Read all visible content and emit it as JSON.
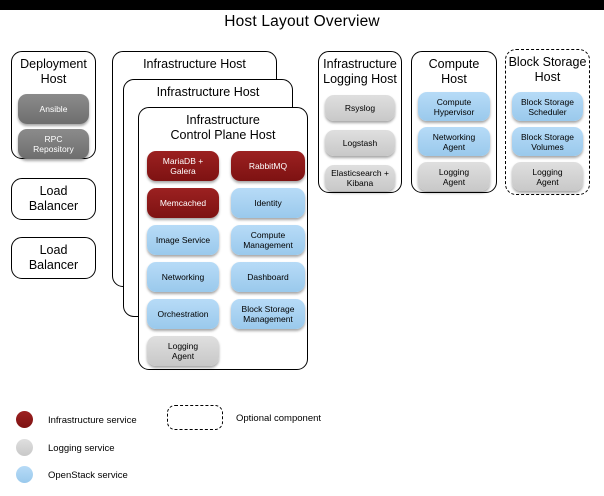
{
  "window": {
    "title": "Host Layout Overview"
  },
  "colors": {
    "infra_service": "#8C1A1A",
    "openstack_service": "#A9D3F0",
    "logging_service": "#D4D4D4",
    "deploy_service": "#7B7B7B",
    "letterbox": "#000000"
  },
  "hosts": {
    "deployment": {
      "title": "Deployment\nHost",
      "services": [
        {
          "label": "Ansible",
          "type": "deploy"
        },
        {
          "label": "RPC\nRepository",
          "type": "deploy"
        }
      ]
    },
    "load_balancer_1": {
      "title": "Load\nBalancer"
    },
    "load_balancer_2": {
      "title": "Load\nBalancer"
    },
    "infra_host_outer": {
      "title": "Infrastructure Host"
    },
    "infra_host_middle": {
      "title": "Infrastructure Host"
    },
    "control_plane": {
      "title": "Infrastructure\nControl Plane Host",
      "services": [
        {
          "label": "MariaDB +\nGalera",
          "type": "infra"
        },
        {
          "label": "RabbitMQ",
          "type": "infra"
        },
        {
          "label": "Memcached",
          "type": "infra"
        },
        {
          "label": "Identity",
          "type": "openstack"
        },
        {
          "label": "Image Service",
          "type": "openstack"
        },
        {
          "label": "Compute\nManagement",
          "type": "openstack"
        },
        {
          "label": "Networking",
          "type": "openstack"
        },
        {
          "label": "Dashboard",
          "type": "openstack"
        },
        {
          "label": "Orchestration",
          "type": "openstack"
        },
        {
          "label": "Block Storage\nManagement",
          "type": "openstack"
        },
        {
          "label": "Logging\nAgent",
          "type": "logging"
        }
      ]
    },
    "logging_host": {
      "title": "Infrastructure\nLogging Host",
      "services": [
        {
          "label": "Rsyslog",
          "type": "logging"
        },
        {
          "label": "Logstash",
          "type": "logging"
        },
        {
          "label": "Elasticsearch +\nKibana",
          "type": "logging"
        }
      ]
    },
    "compute_host": {
      "title": "Compute\nHost",
      "services": [
        {
          "label": "Compute\nHypervisor",
          "type": "openstack"
        },
        {
          "label": "Networking\nAgent",
          "type": "openstack"
        },
        {
          "label": "Logging\nAgent",
          "type": "logging"
        }
      ]
    },
    "block_storage_host": {
      "title": "Block Storage\nHost",
      "optional": true,
      "services": [
        {
          "label": "Block Storage\nScheduler",
          "type": "openstack"
        },
        {
          "label": "Block Storage\nVolumes",
          "type": "openstack"
        },
        {
          "label": "Logging\nAgent",
          "type": "logging"
        }
      ]
    }
  },
  "legend": {
    "items": [
      {
        "label": "Infrastructure service",
        "type": "infra"
      },
      {
        "label": "Logging service",
        "type": "logging"
      },
      {
        "label": "OpenStack service",
        "type": "openstack"
      }
    ],
    "optional": {
      "label": "Optional component"
    }
  }
}
